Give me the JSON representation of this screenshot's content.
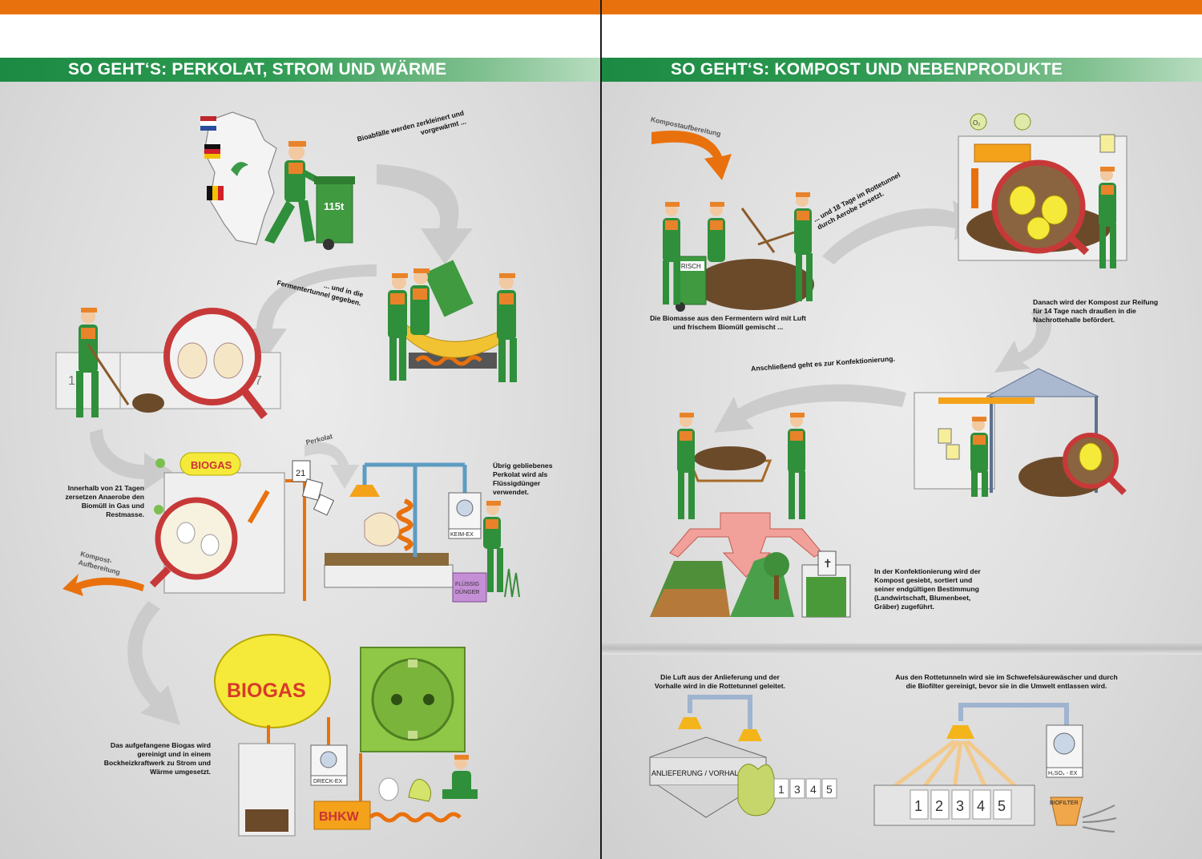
{
  "left": {
    "title": "SO GEHT‘S: PERKOLAT, STROM UND WÄRME",
    "captions": {
      "shred": "Bioabfälle werden zerkleinert und vorgewärmt ...",
      "tunnel": "... und in die Fermentertunnel gegeben.",
      "anaerob": "Innerhalb von 21 Tagen zersetzen Anaerobe den Biomüll in Gas und Restmasse.",
      "perkolat_arrow": "Perkolat",
      "fertilizer": "Übrig gebliebenes Perkolat wird als Flüssigdünger verwendet.",
      "kompost_arrow": "Kompost-Aufbereitung",
      "biogas_text": "Das aufgefangene Biogas wird gereinigt und in einem Bockheizkraftwerk zu Strom und Wärme umgesetzt."
    },
    "labels": {
      "bin": "115t",
      "biogas_small": "BIOGAS",
      "biogas_big": "BIOGAS",
      "keimex": "KEIM-EX",
      "duenger": "FLÜSSIG DÜNGER",
      "dreckex": "DRECK-EX",
      "bhkw": "BHKW",
      "calendar": "21"
    }
  },
  "right": {
    "title": "SO GEHT‘S: KOMPOST UND NEBENPRODUKTE",
    "captions": {
      "kompost_arrow": "Kompostaufbereitung",
      "mix": "Die Biomasse aus den Fermentern wird mit Luft und frischem Biomüll gemischt ...",
      "rotte": "... und 18 Tage im Rottetunnel durch Aerobe zersetzt.",
      "reifung": "Danach wird der Kompost zur Reifung für 14 Tage nach draußen in die Nachrottehalle befördert.",
      "konfekt_arrow": "Anschließend geht es zur Konfektionierung.",
      "konfekt": "In der Konfektionierung wird der Kompost gesiebt, sortiert und seiner endgültigen Bestimmung (Landwirtschaft, Blumenbeet, Gräber) zugeführt.",
      "luft": "Die Luft aus der Anlieferung und der Vorhalle wird in die Rottetunnel geleitet.",
      "filter": "Aus den Rottetunneln wird sie im Schwefelsäurewäscher und durch die Biofilter gereinigt, bevor sie in die Umwelt entlassen wird."
    },
    "labels": {
      "frisch": "FRISCH",
      "anlieferung": "ANLIEFERUNG / VORHALLE",
      "h2so4": "H₂SO₄ - EX",
      "biofilter": "BIOFILTER",
      "o2": "O₂",
      "tunnels_1": [
        "1",
        "3",
        "4",
        "5"
      ],
      "tunnels_2": [
        "1",
        "2",
        "3",
        "4",
        "5"
      ]
    }
  },
  "colors": {
    "orange": "#e9710d",
    "green": "#1c8a43",
    "worker_green": "#2f8f3a",
    "worker_orange": "#e9832a",
    "biogas_yellow": "#f5ea3a",
    "socket_green": "#8fc846"
  }
}
